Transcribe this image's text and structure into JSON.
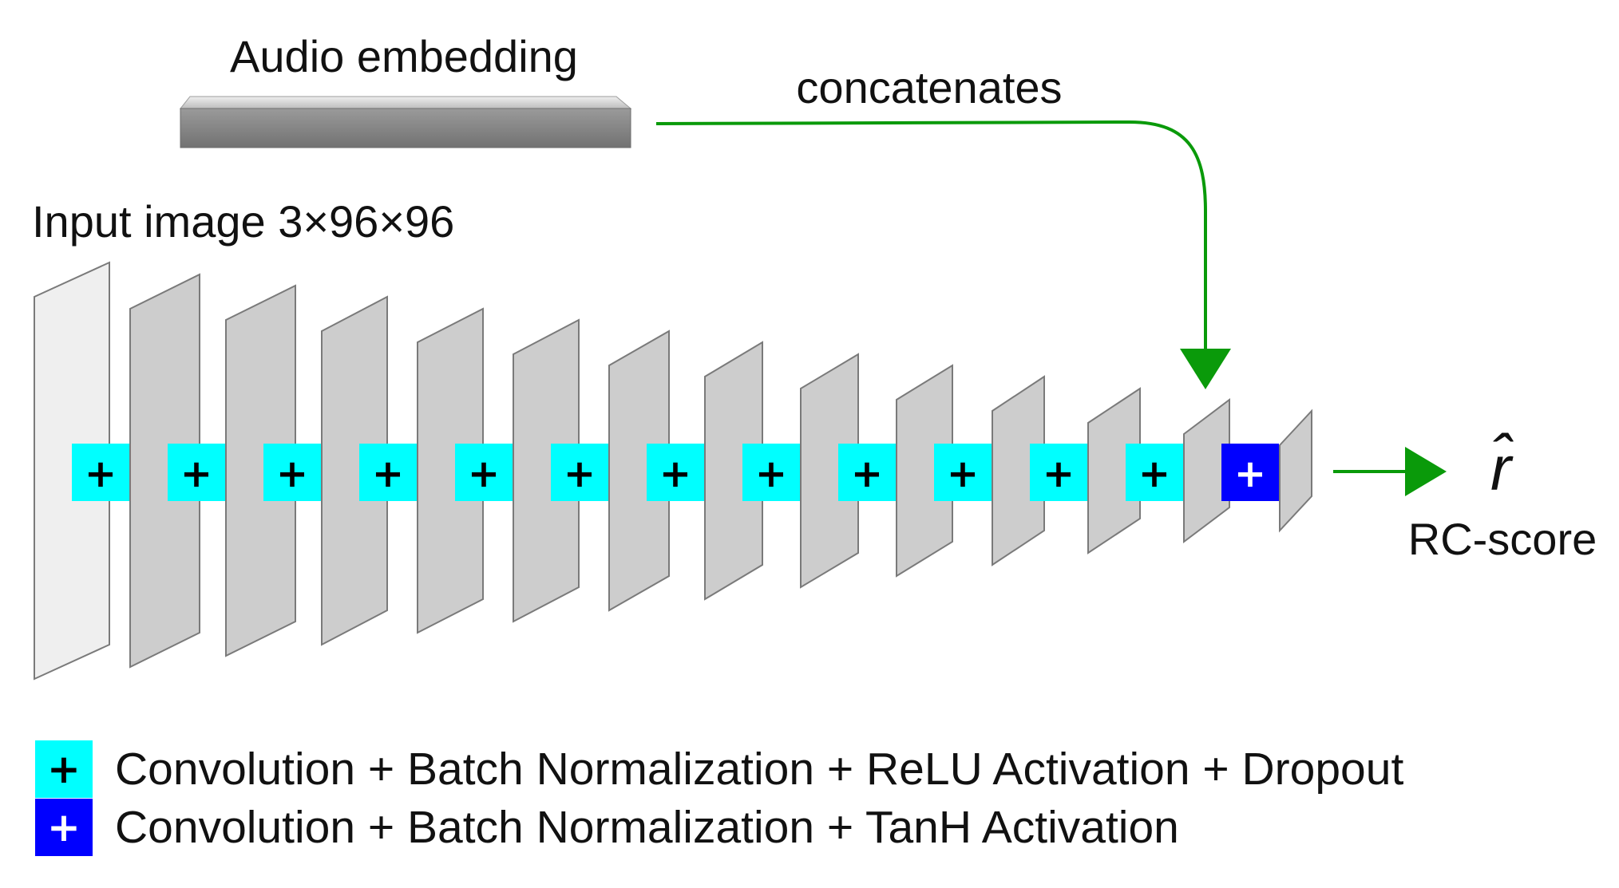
{
  "colors": {
    "conv_block": "#00ffff",
    "tanh_block": "#0000ff",
    "arrow": "#0a9a0a",
    "layer_fill": "#cdcdcd",
    "input_fill": "#efefef",
    "layer_stroke": "#7a7a7a",
    "embedding_bar": "#858585"
  },
  "labels": {
    "audio_embedding": "Audio embedding",
    "concatenates": "concatenates",
    "input_image": "Input image 3×96×96",
    "output_symbol": "r̂",
    "output_caption": "RC-score"
  },
  "block_symbol": "+",
  "legend": [
    {
      "symbol": "+",
      "label": "Convolution + Batch Normalization + ReLU Activation + Dropout",
      "color_key": "conv_block"
    },
    {
      "symbol": "+",
      "label": "Convolution + Batch Normalization + TanH Activation",
      "color_key": "tanh_block"
    }
  ]
}
